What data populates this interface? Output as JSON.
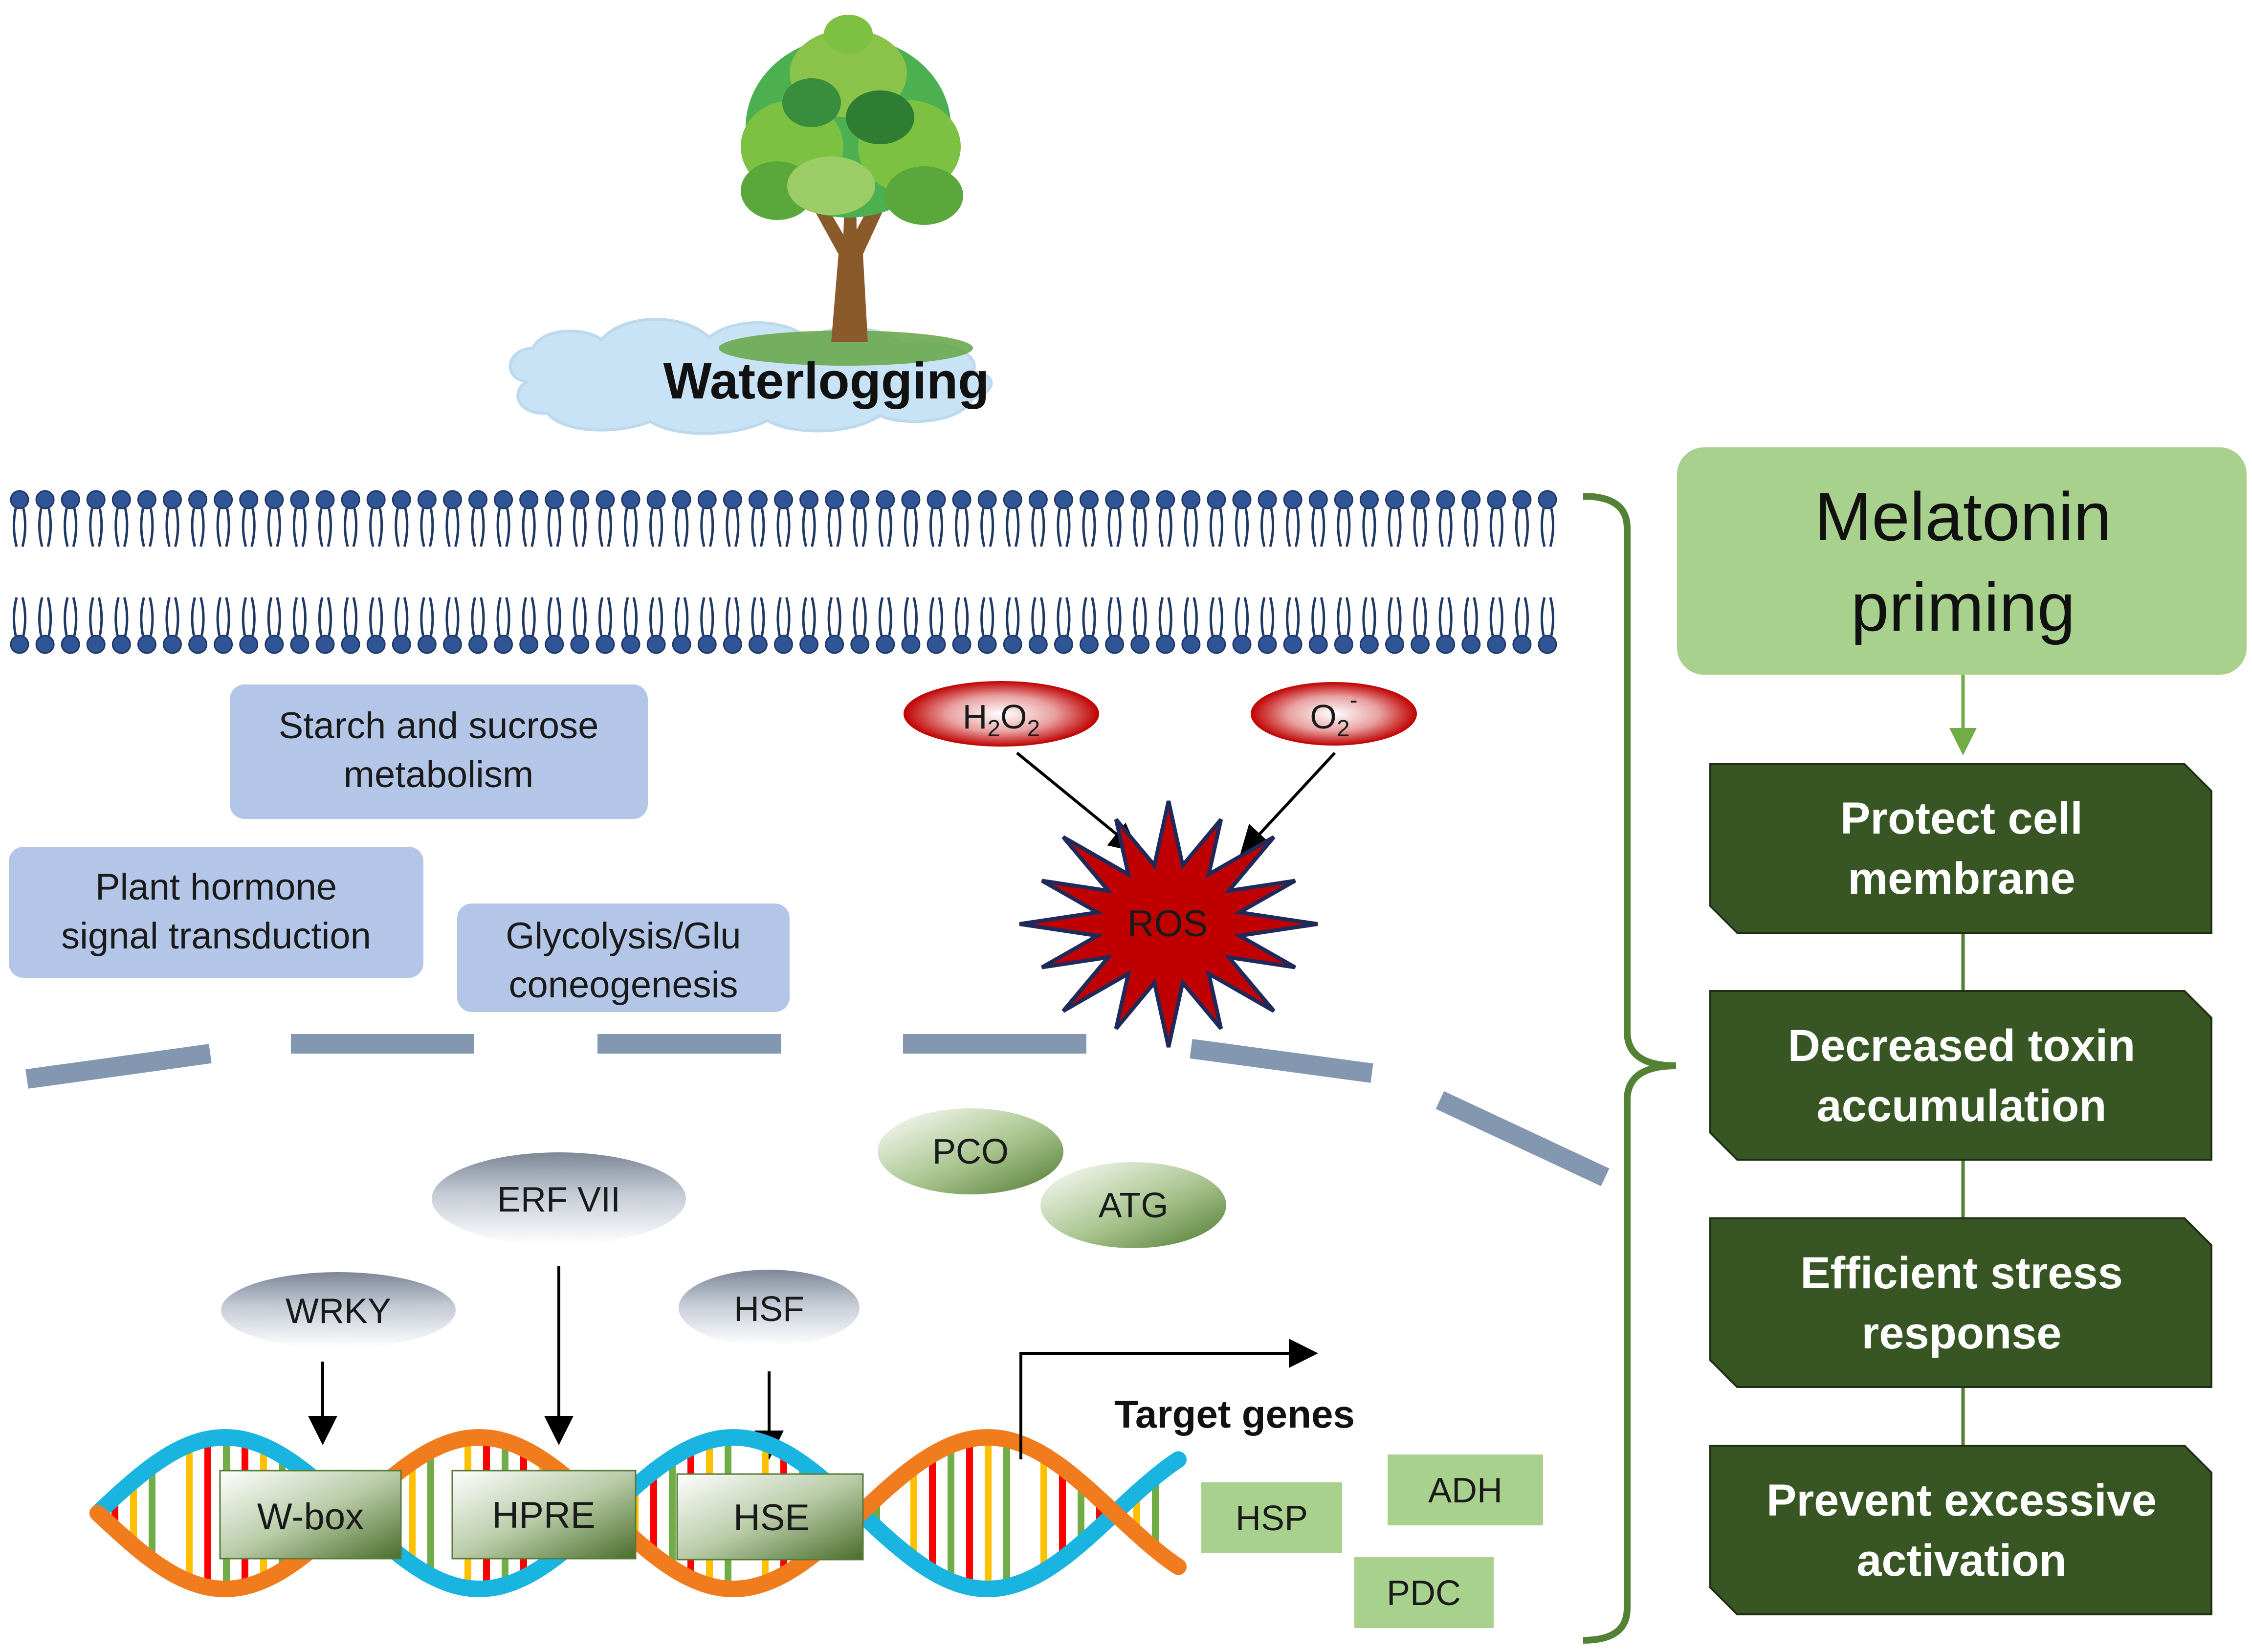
{
  "header": {
    "title": "Waterlogging"
  },
  "cytoplasm": {
    "pathway_boxes": [
      {
        "label_lines": [
          "Starch and sucrose",
          "metabolism"
        ]
      },
      {
        "label_lines": [
          "Plant hormone",
          "signal transduction"
        ]
      },
      {
        "label_lines": [
          "Glycolysis/Glu",
          "coneogenesis"
        ]
      }
    ],
    "ros": {
      "h2o2": {
        "base": "H",
        "sub1": "2",
        "mid": "O",
        "sub2": "2"
      },
      "superoxide": {
        "base": "O",
        "sub": "2",
        "sup": "-"
      },
      "burst_label": "ROS"
    }
  },
  "nucleus": {
    "proteins": {
      "pco": "PCO",
      "atg": "ATG",
      "erf": "ERF VII",
      "wrky": "WRKY",
      "hsf": "HSF"
    },
    "elements": {
      "wbox": "W-box",
      "hpre": "HPRE",
      "hse": "HSE"
    },
    "target_genes": {
      "title": "Target genes",
      "genes": [
        "HSP",
        "ADH",
        "PDC"
      ]
    }
  },
  "right_panel": {
    "title_lines": [
      "Melatonin",
      "priming"
    ],
    "effects": [
      {
        "lines": [
          "Protect cell",
          "membrane"
        ]
      },
      {
        "lines": [
          "Decreased toxin",
          "accumulation"
        ]
      },
      {
        "lines": [
          "Efficient stress",
          "response"
        ]
      },
      {
        "lines": [
          "Prevent excessive",
          "activation"
        ]
      }
    ]
  },
  "colors": {
    "pathway_box": "#b4c6e7",
    "membrane_line": "#1f3864",
    "membrane_head": "#2f5597",
    "nuclear_envelope": "#8497b0",
    "ros_red": "#c00000",
    "melatonin_box": "#a9d18e",
    "effect_box": "#375623",
    "bracket": "#548235",
    "target_gene_box": "#a9d18e",
    "dna_orange": "#f07c1e",
    "dna_blue": "#19b4e0"
  }
}
